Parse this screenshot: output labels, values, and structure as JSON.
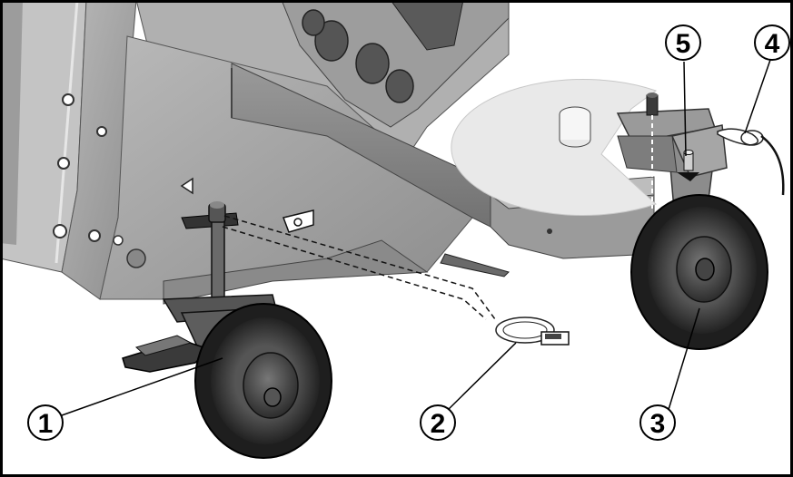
{
  "callouts": [
    {
      "id": "1",
      "label": "1",
      "part": "swivel-caster-with-brake"
    },
    {
      "id": "2",
      "label": "2",
      "part": "linch-pin"
    },
    {
      "id": "3",
      "label": "3",
      "part": "fixed-rear-wheel"
    },
    {
      "id": "4",
      "label": "4",
      "part": "spring-clip"
    },
    {
      "id": "5",
      "label": "5",
      "part": "locating-pin"
    }
  ],
  "colors": {
    "frame": "#a8a8a8",
    "frame_dark": "#6e6e6e",
    "frame_light": "#c9c9c9",
    "tyre": "#2b2b2b",
    "disc": "#e9e9e9",
    "outline": "#000000",
    "background": "#ffffff"
  }
}
